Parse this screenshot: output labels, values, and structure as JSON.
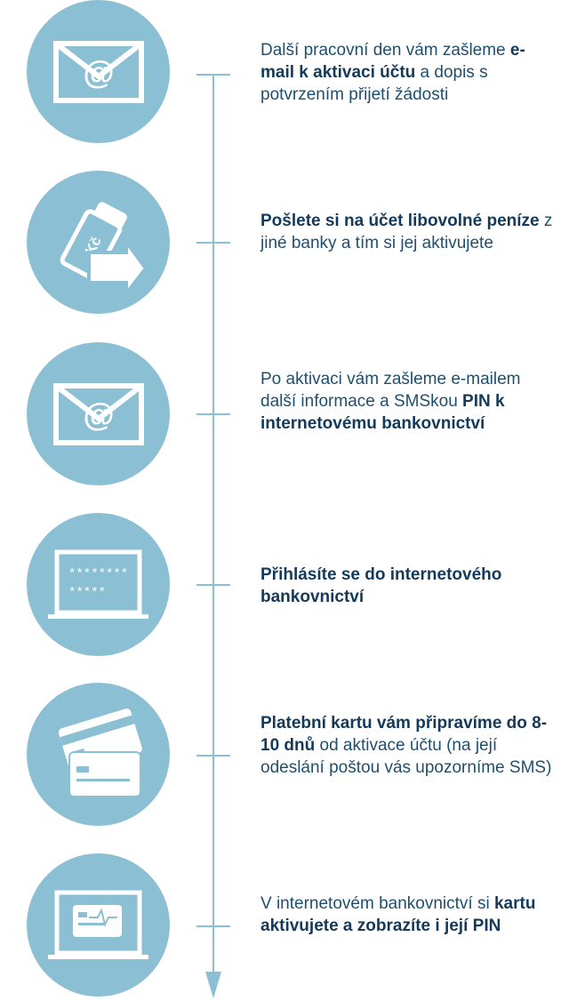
{
  "steps": [
    {
      "icon": "envelope-at-icon",
      "parts": [
        {
          "t": "Další pracovní den vám zašleme ",
          "b": false
        },
        {
          "t": "e-mail k aktivaci účtu",
          "b": true
        },
        {
          "t": " a dopis s potvrzením přijetí žádosti",
          "b": false
        }
      ]
    },
    {
      "icon": "money-transfer-icon",
      "currency_label": "Kč",
      "parts": [
        {
          "t": "Pošlete si na účet libovolné peníze",
          "b": true
        },
        {
          "t": " z jiné banky a tím si jej aktivujete",
          "b": false
        }
      ]
    },
    {
      "icon": "envelope-at-icon",
      "parts": [
        {
          "t": "Po aktivaci vám zašleme e-mailem další informace a SMSkou ",
          "b": false
        },
        {
          "t": "PIN k internetovému bankovnictví",
          "b": true
        }
      ]
    },
    {
      "icon": "laptop-password-icon",
      "password_lines": [
        "********",
        "*****"
      ],
      "parts": [
        {
          "t": "Přihlásíte se do internetového bankovnictví",
          "b": true
        }
      ]
    },
    {
      "icon": "payment-cards-icon",
      "parts": [
        {
          "t": "Platební kartu vám připravíme do 8-10 dnů",
          "b": true
        },
        {
          "t": " od aktivace účtu (na její odeslání poštou vás upozorníme SMS)",
          "b": false
        }
      ]
    },
    {
      "icon": "laptop-card-icon",
      "parts": [
        {
          "t": "V internetovém bankovnictví si ",
          "b": false
        },
        {
          "t": "kartu aktivujete a zobrazíte i její PIN",
          "b": true
        }
      ]
    }
  ],
  "colors": {
    "circle": "#8bbfd4",
    "icon": "#ffffff",
    "text": "#1e4f6f",
    "bold_text": "#133a5a",
    "timeline": "#8bbfd4"
  }
}
